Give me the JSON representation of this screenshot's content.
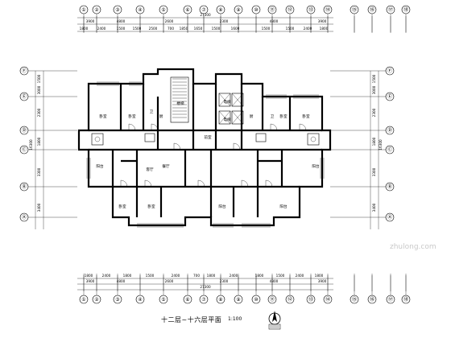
{
  "drawing": {
    "title": "十二层~十六层平面",
    "scale": "1:100",
    "watermark": "zhulong.com",
    "overall_dim_top": "27300",
    "overall_dim_bottom": "27300"
  },
  "axes": {
    "top": [
      "①",
      "②",
      "③",
      "④",
      "⑤",
      "⑥",
      "⑦",
      "⑧",
      "⑨",
      "⑩",
      "⑪",
      "⑫",
      "⑬",
      "⑭",
      "⑮",
      "⑯",
      "⑰",
      "⑱"
    ],
    "bottom": [
      "①",
      "②",
      "③",
      "④",
      "⑤",
      "⑥",
      "⑦",
      "⑧",
      "⑨",
      "⑩",
      "⑪",
      "⑫",
      "⑬",
      "⑭",
      "⑮",
      "⑯",
      "⑰",
      "⑱"
    ],
    "left": [
      "Ⓐ",
      "Ⓑ",
      "Ⓒ",
      "Ⓓ",
      "Ⓔ",
      "Ⓕ"
    ],
    "right": [
      "Ⓐ",
      "Ⓑ",
      "Ⓒ",
      "Ⓓ",
      "Ⓔ",
      "Ⓕ"
    ]
  },
  "dimensions": {
    "top_row1": [
      "3900",
      "4800",
      "2600",
      "2300",
      "4800",
      "3900"
    ],
    "top_row2": [
      "1800",
      "2400",
      "1500",
      "1500",
      "2500",
      "700",
      "1850",
      "1650",
      "1500",
      "1600",
      "1500",
      "1500",
      "2400",
      "1800"
    ],
    "bottom_row1": [
      "1800",
      "2400",
      "1800",
      "1500",
      "2400",
      "700",
      "1800",
      "2400",
      "1800",
      "1500",
      "2400",
      "1800"
    ],
    "bottom_row2": [
      "3900",
      "4800",
      "2600",
      "2300",
      "4800",
      "3900"
    ],
    "left_col": [
      "1500",
      "3000",
      "2300",
      "1800",
      "3300",
      "3400"
    ],
    "right_col": [
      "1500",
      "3000",
      "2300",
      "1800",
      "3300",
      "3400"
    ],
    "left_total": "16300",
    "right_total": "16300"
  },
  "rooms": {
    "labels": [
      "卧室",
      "卧室",
      "卫",
      "厨",
      "餐厅",
      "客厅",
      "卧室",
      "卧室",
      "厨",
      "卫",
      "卧室",
      "卧室",
      "电梯",
      "电梯",
      "楼梯",
      "前室",
      "阳台",
      "阳台",
      "阳台",
      "阳台"
    ]
  },
  "icons": {
    "north_arrow": "north-arrow-icon"
  }
}
